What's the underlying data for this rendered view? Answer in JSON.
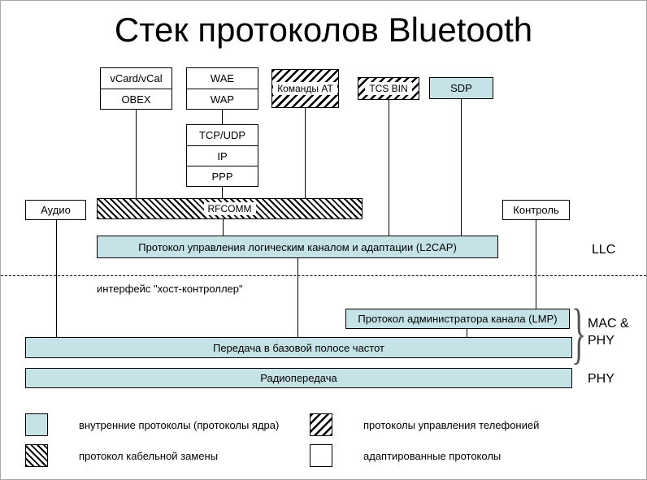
{
  "title": "Стек протоколов Bluetooth",
  "boxes": {
    "vcard": "vCard/vCal",
    "obex": "OBEX",
    "wae": "WAE",
    "wap": "WAP",
    "at_commands": "Команды AT",
    "tcs_bin": "TCS BIN",
    "sdp": "SDP",
    "tcp_udp": "TCP/UDP",
    "ip": "IP",
    "ppp": "PPP",
    "audio": "Аудио",
    "rfcomm": "RFCOMM",
    "control": "Контроль",
    "l2cap": "Протокол управления логическим каналом и адаптации (L2CAP)",
    "lmp": "Протокол администратора канала (LMP)",
    "baseband": "Передача в базовой полосе частот",
    "radio": "Радиопередача"
  },
  "labels": {
    "llc": "LLC",
    "mac_phy_line1": "MAC &",
    "mac_phy_line2": "PHY",
    "phy": "PHY",
    "host_interface": "интерфейс \"хост-контроллер\"",
    "brace": "}"
  },
  "legend": [
    {
      "swatch": "core",
      "label": "внутренние протоколы (протоколы ядра)"
    },
    {
      "swatch": "cable",
      "label": "протокол кабельной замены"
    },
    {
      "swatch": "telephony",
      "label": "протоколы управления телефонией"
    },
    {
      "swatch": "adapted",
      "label": "адаптированные протоколы"
    }
  ],
  "colors": {
    "core_fill": "#c5e3e6",
    "line": "#000000"
  }
}
